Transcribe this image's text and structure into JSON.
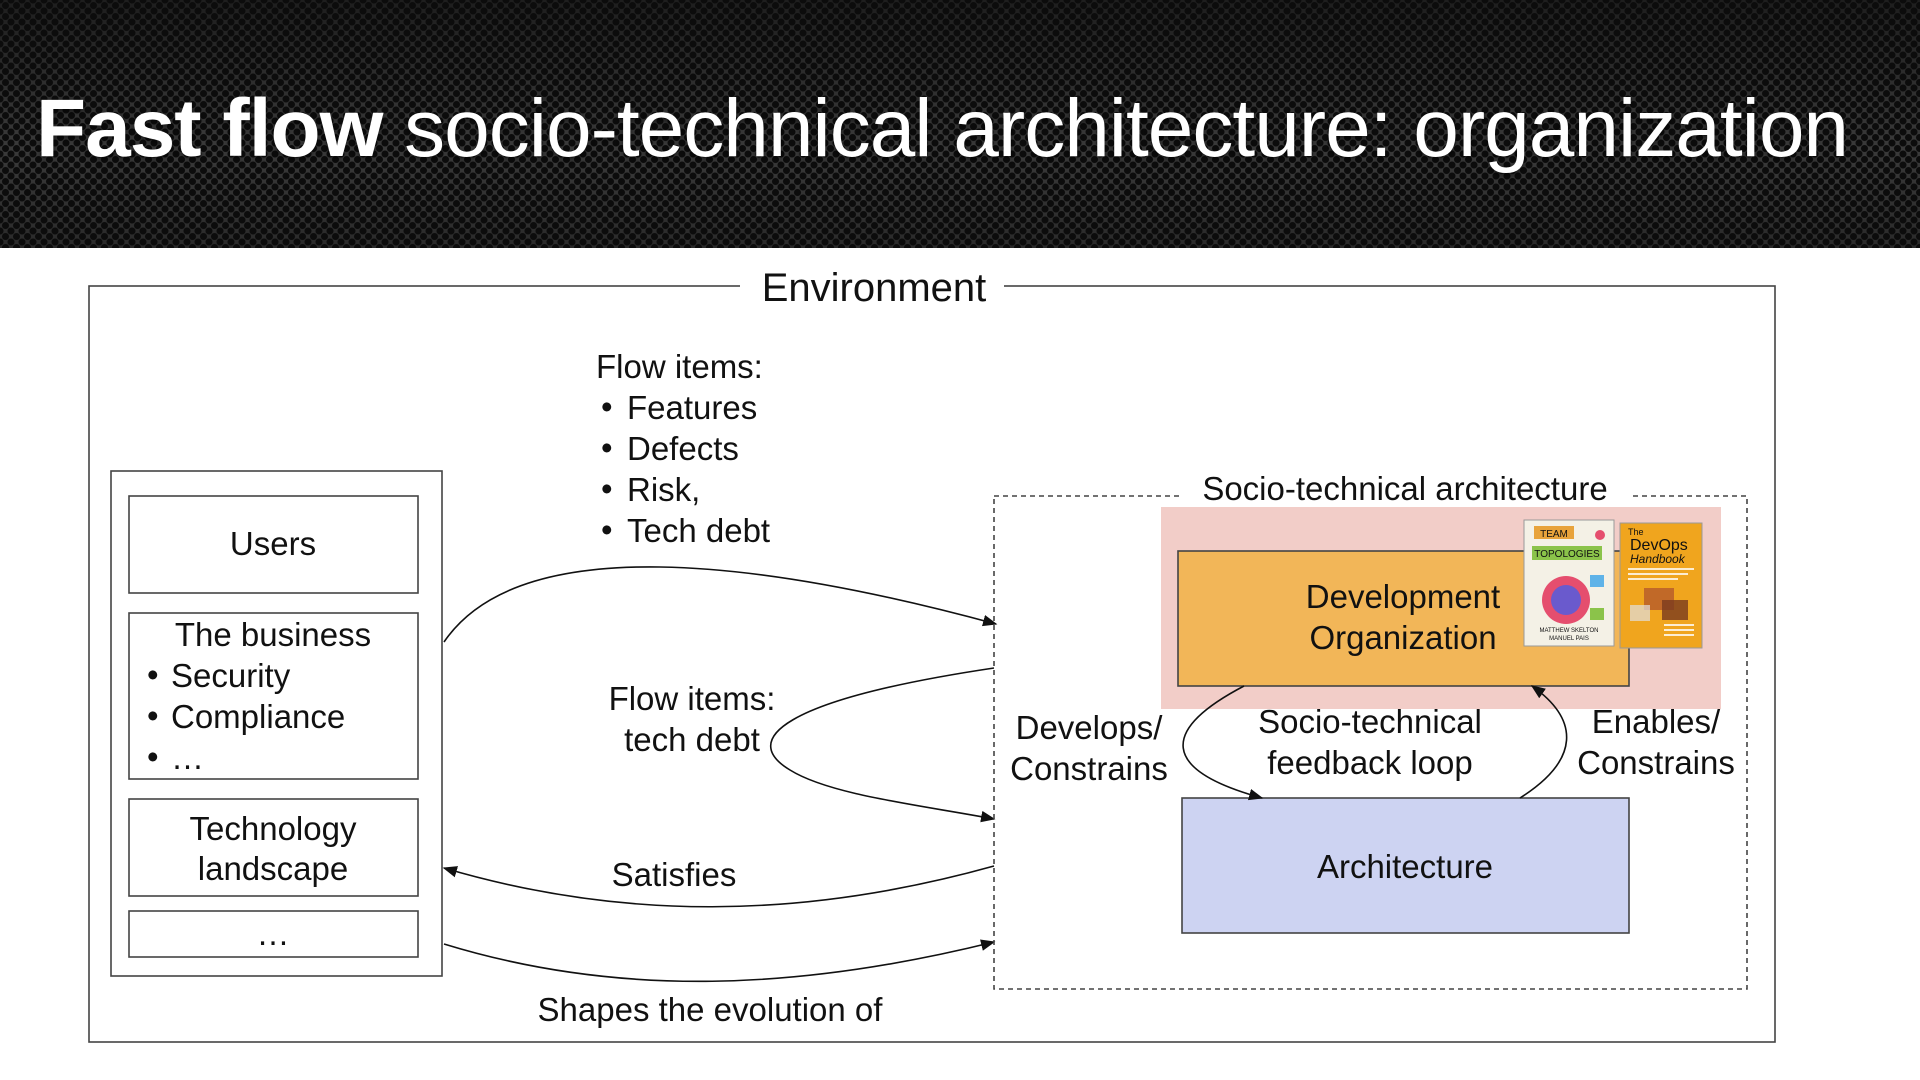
{
  "title": {
    "bold": "Fast flow",
    "rest": " socio-technical architecture: organization"
  },
  "environment_label": "Environment",
  "left_boxes": {
    "users": "Users",
    "business_title": "The business",
    "business_items": [
      "Security",
      "Compliance",
      "…"
    ],
    "tech_line1": "Technology",
    "tech_line2": "landscape",
    "more": "…"
  },
  "flow_items": {
    "heading": "Flow items:",
    "items": [
      "Features",
      "Defects",
      "Risk,",
      "Tech debt"
    ]
  },
  "flow_tech": {
    "line1": "Flow items:",
    "line2": "tech debt"
  },
  "satisfies": "Satisfies",
  "shapes": "Shapes the evolution of",
  "sta": {
    "label": "Socio-technical architecture",
    "dev_line1": "Development",
    "dev_line2": "Organization",
    "architecture": "Architecture",
    "develops_line1": "Develops/",
    "develops_line2": "Constrains",
    "feedback_line1": "Socio-technical",
    "feedback_line2": "feedback loop",
    "enables_line1": "Enables/",
    "enables_line2": "Constrains"
  },
  "books": {
    "team_topologies": {
      "line1": "TEAM",
      "line2": "TOPOLOGIES",
      "authors1": "MATTHEW SKELTON",
      "authors2": "MANUEL PAIS"
    },
    "devops": {
      "line1": "The",
      "line2": "DevOps",
      "line3": "Handbook"
    }
  },
  "colors": {
    "dev_org_fill": "#F2B658",
    "highlight_fill": "#F2CDC8",
    "architecture_fill": "#CDD3F2",
    "header_bg": "#262626"
  }
}
